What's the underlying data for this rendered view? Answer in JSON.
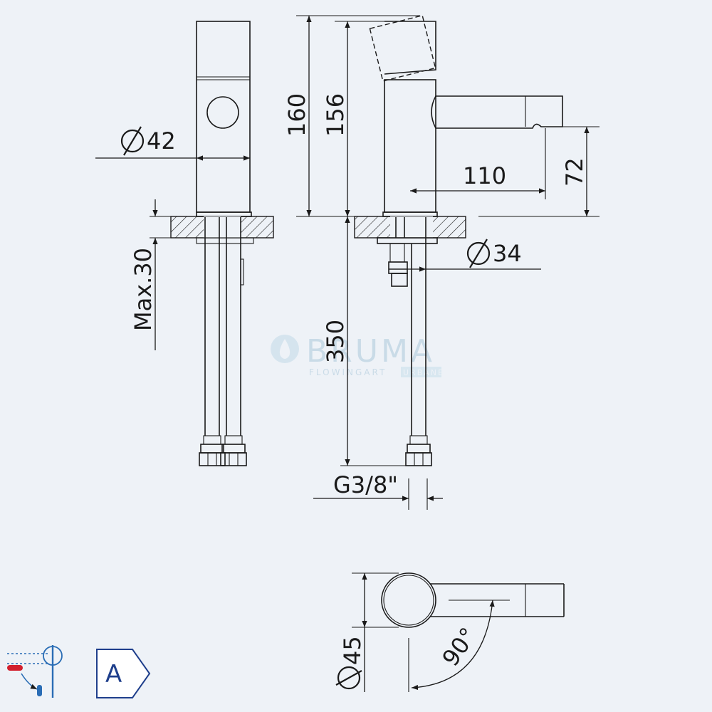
{
  "brand": {
    "name": "BRUMA",
    "tagline_a": "FLOWINGART",
    "tagline_b": "URBANE"
  },
  "dimensions": {
    "diameter_42": "42",
    "height_160": "160",
    "height_156": "156",
    "reach_110": "110",
    "spout_72": "72",
    "max_30": "Max.30",
    "diameter_34": "34",
    "hose_350": "350",
    "thread": "G3/8\"",
    "diameter_45": "45",
    "angle_90": "90°"
  },
  "energy_class": {
    "label": "A"
  },
  "colors": {
    "background": "#eef2f7",
    "line": "#1a1a1a",
    "badge": "#1f3f8c",
    "hot": "#d2202e",
    "cold": "#2a6db5",
    "watermark": "#c6d9e6"
  }
}
